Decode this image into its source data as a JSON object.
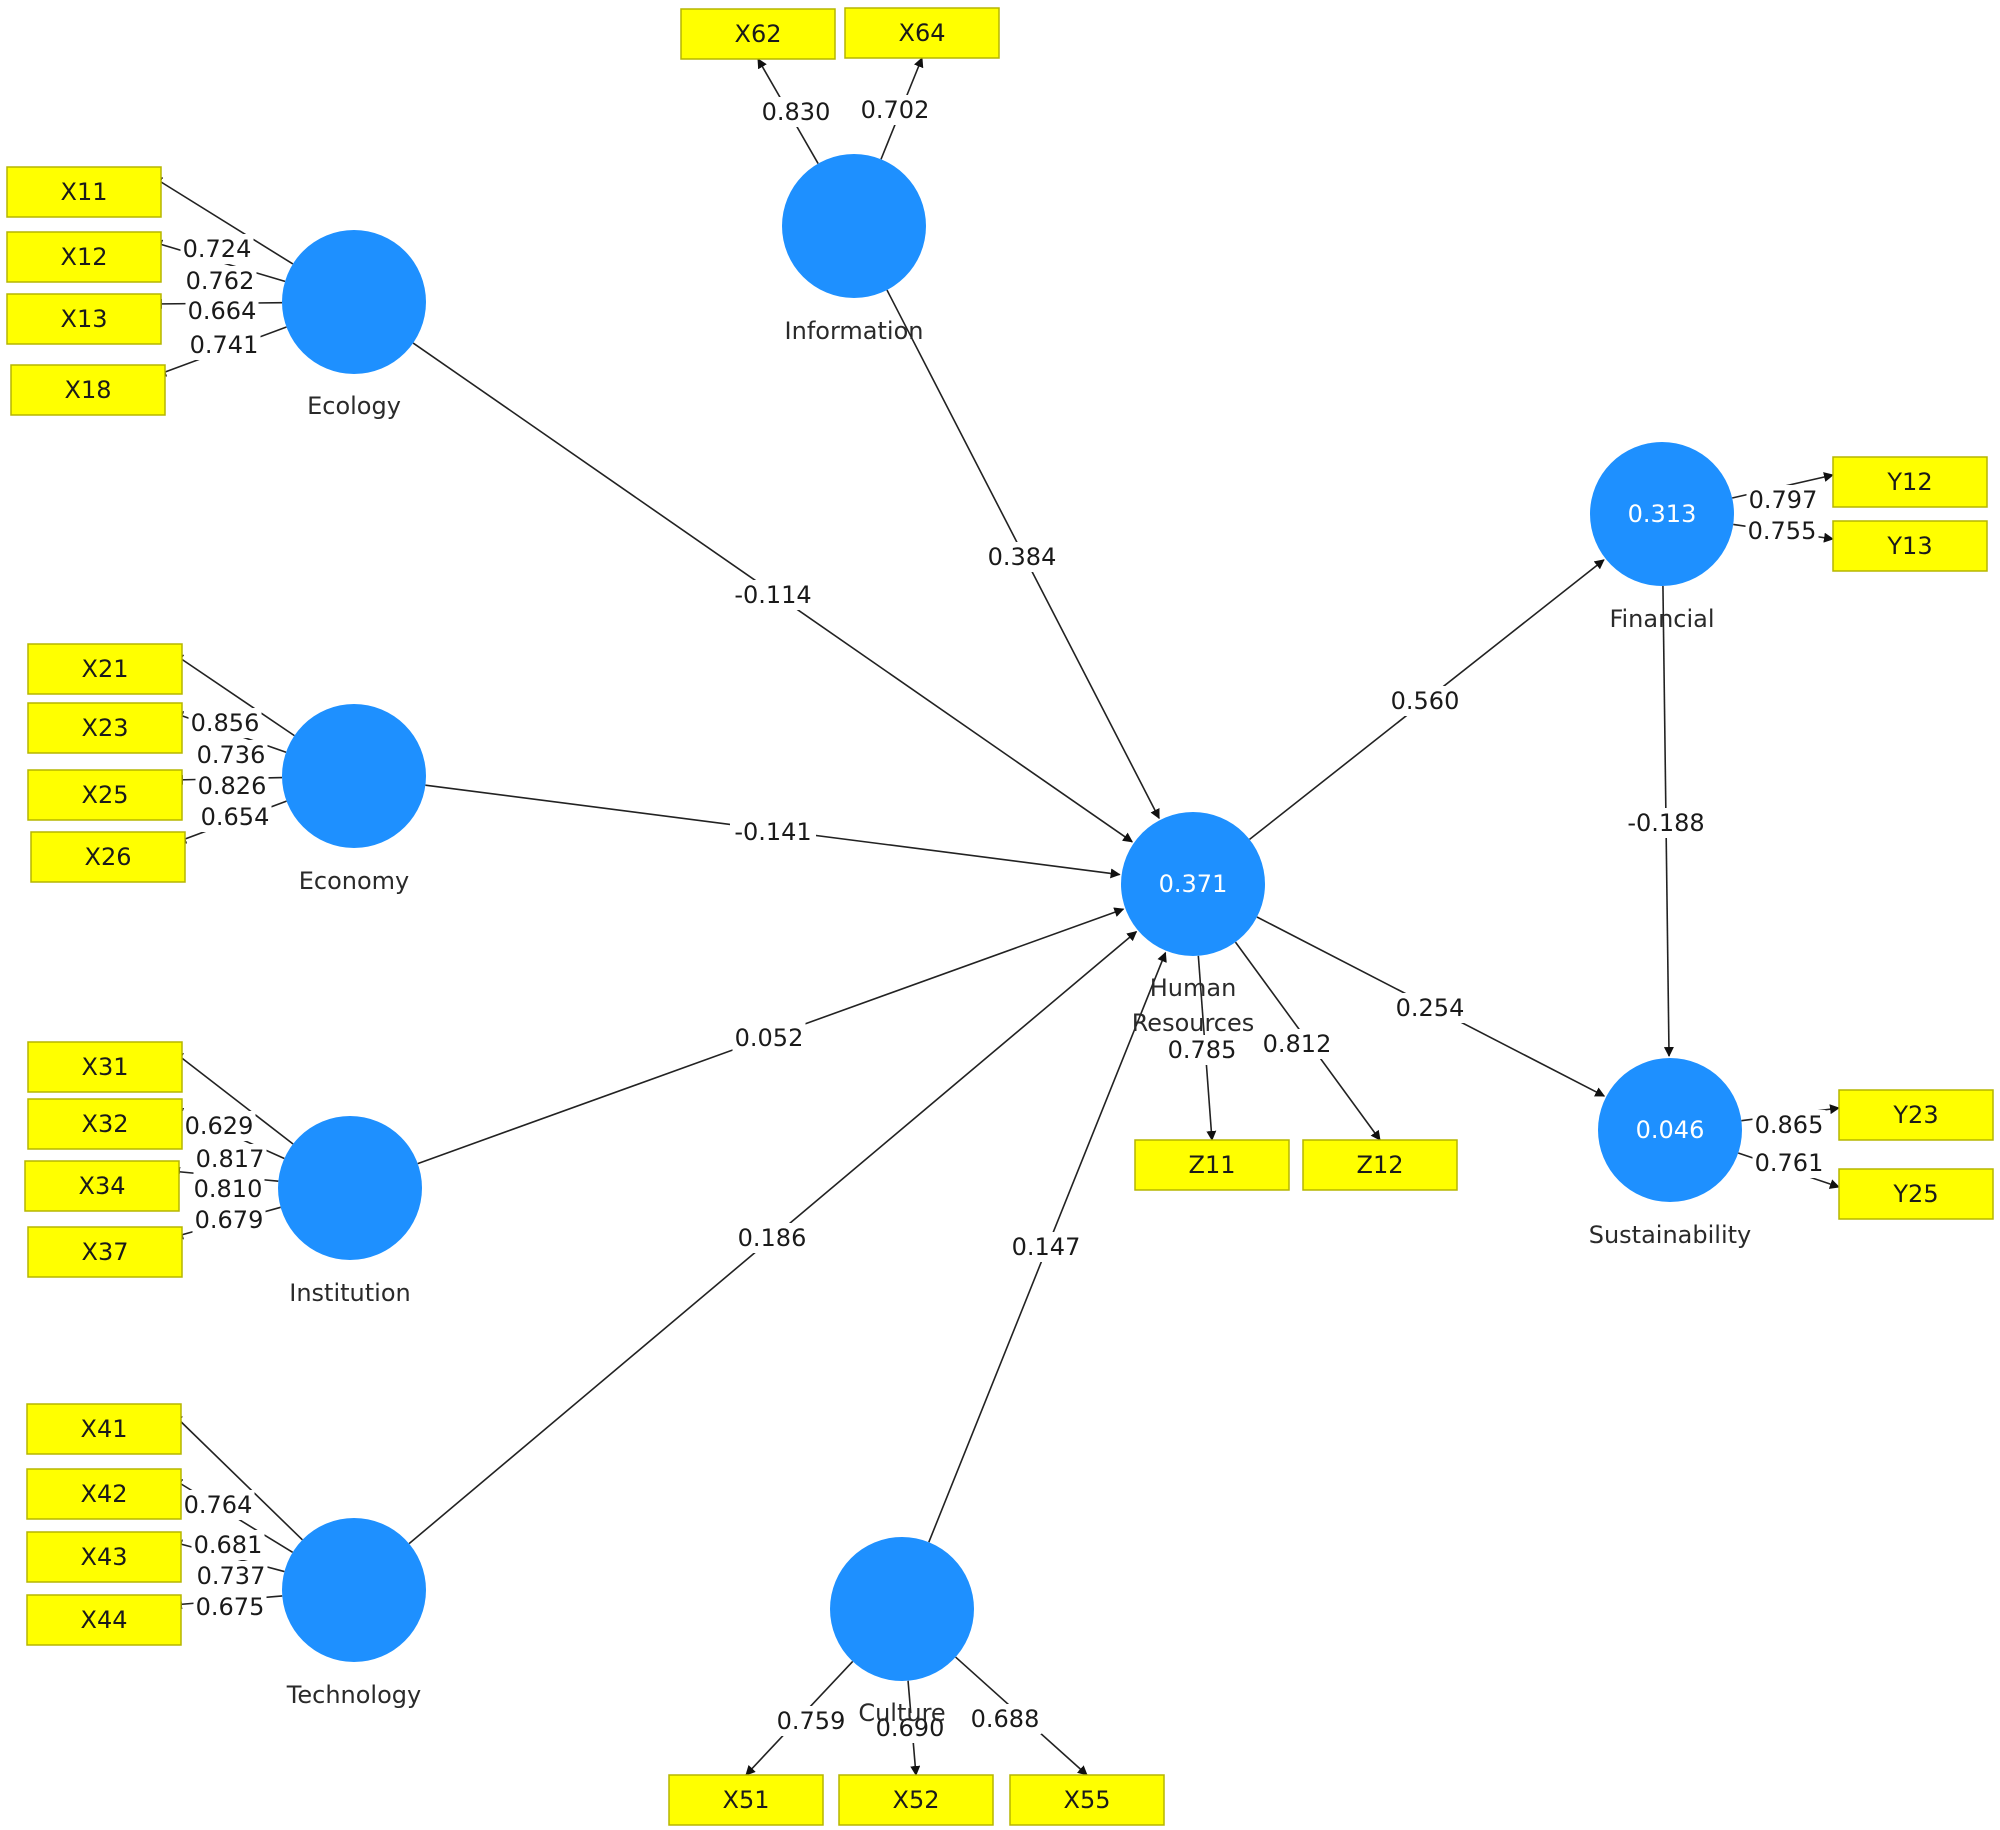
{
  "colors": {
    "latent_fill": "#1e90ff",
    "indicator_fill": "#ffff00",
    "edge": "#222222"
  },
  "constructs": [
    {
      "id": "ecology",
      "name": "Ecology",
      "r2": ""
    },
    {
      "id": "information",
      "name": "Information",
      "r2": ""
    },
    {
      "id": "economy",
      "name": "Economy",
      "r2": ""
    },
    {
      "id": "institution",
      "name": "Institution",
      "r2": ""
    },
    {
      "id": "technology",
      "name": "Technology",
      "r2": ""
    },
    {
      "id": "culture",
      "name": "Culture",
      "r2": ""
    },
    {
      "id": "hr",
      "name": "Human Resources",
      "r2": "0.371"
    },
    {
      "id": "financial",
      "name": "Financial",
      "r2": "0.313"
    },
    {
      "id": "sustainability",
      "name": "Sustainability",
      "r2": "0.046"
    }
  ],
  "paths": [
    {
      "from": "ecology",
      "to": "hr",
      "coef": "-0.114"
    },
    {
      "from": "information",
      "to": "hr",
      "coef": "0.384"
    },
    {
      "from": "economy",
      "to": "hr",
      "coef": "-0.141"
    },
    {
      "from": "institution",
      "to": "hr",
      "coef": "0.052"
    },
    {
      "from": "technology",
      "to": "hr",
      "coef": "0.186"
    },
    {
      "from": "culture",
      "to": "hr",
      "coef": "0.147"
    },
    {
      "from": "hr",
      "to": "financial",
      "coef": "0.560"
    },
    {
      "from": "hr",
      "to": "sustainability",
      "coef": "0.254"
    },
    {
      "from": "financial",
      "to": "sustainability",
      "coef": "-0.188"
    }
  ],
  "indicators": [
    {
      "construct": "ecology",
      "name": "X11",
      "loading": "0.724"
    },
    {
      "construct": "ecology",
      "name": "X12",
      "loading": "0.762"
    },
    {
      "construct": "ecology",
      "name": "X13",
      "loading": "0.664"
    },
    {
      "construct": "ecology",
      "name": "X18",
      "loading": "0.741"
    },
    {
      "construct": "information",
      "name": "X62",
      "loading": "0.830"
    },
    {
      "construct": "information",
      "name": "X64",
      "loading": "0.702"
    },
    {
      "construct": "economy",
      "name": "X21",
      "loading": "0.856"
    },
    {
      "construct": "economy",
      "name": "X23",
      "loading": "0.736"
    },
    {
      "construct": "economy",
      "name": "X25",
      "loading": "0.826"
    },
    {
      "construct": "economy",
      "name": "X26",
      "loading": "0.654"
    },
    {
      "construct": "institution",
      "name": "X31",
      "loading": "0.629"
    },
    {
      "construct": "institution",
      "name": "X32",
      "loading": "0.817"
    },
    {
      "construct": "institution",
      "name": "X34",
      "loading": "0.810"
    },
    {
      "construct": "institution",
      "name": "X37",
      "loading": "0.679"
    },
    {
      "construct": "technology",
      "name": "X41",
      "loading": "0.764"
    },
    {
      "construct": "technology",
      "name": "X42",
      "loading": "0.681"
    },
    {
      "construct": "technology",
      "name": "X43",
      "loading": "0.737"
    },
    {
      "construct": "technology",
      "name": "X44",
      "loading": "0.675"
    },
    {
      "construct": "culture",
      "name": "X51",
      "loading": "0.759"
    },
    {
      "construct": "culture",
      "name": "X52",
      "loading": "0.690"
    },
    {
      "construct": "culture",
      "name": "X55",
      "loading": "0.688"
    },
    {
      "construct": "hr",
      "name": "Z11",
      "loading": "0.785"
    },
    {
      "construct": "hr",
      "name": "Z12",
      "loading": "0.812"
    },
    {
      "construct": "financial",
      "name": "Y12",
      "loading": "0.797"
    },
    {
      "construct": "financial",
      "name": "Y13",
      "loading": "0.755"
    },
    {
      "construct": "sustainability",
      "name": "Y23",
      "loading": "0.865"
    },
    {
      "construct": "sustainability",
      "name": "Y25",
      "loading": "0.761"
    }
  ]
}
